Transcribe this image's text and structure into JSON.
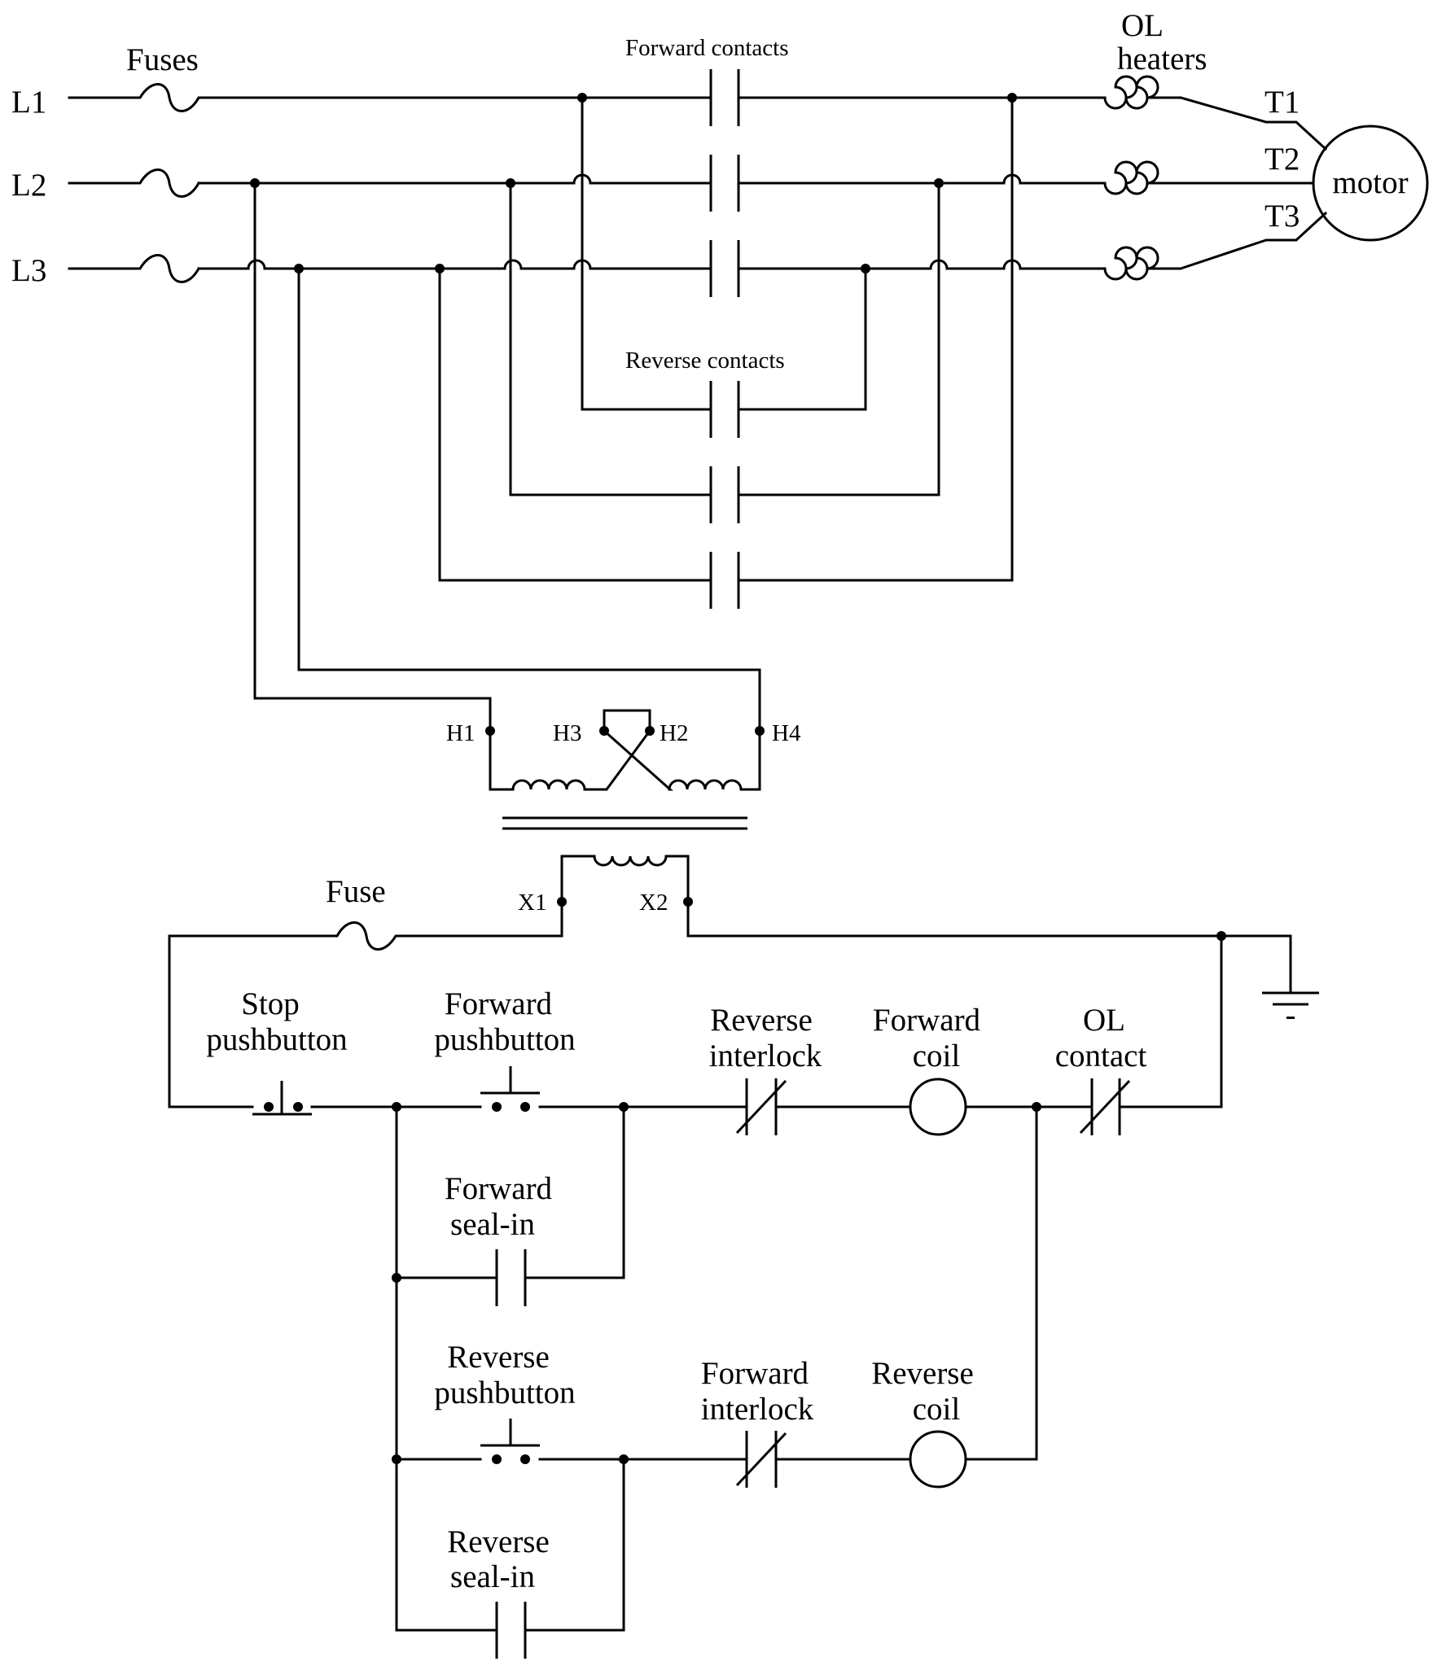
{
  "lines": {
    "l1": "L1",
    "l2": "L2",
    "l3": "L3"
  },
  "terminals": {
    "t1": "T1",
    "t2": "T2",
    "t3": "T3"
  },
  "labels": {
    "fuses": "Fuses",
    "forward_contacts": "Forward contacts",
    "reverse_contacts": "Reverse contacts",
    "ol_heaters": [
      "OL",
      "heaters"
    ],
    "motor": "motor",
    "fuse": "Fuse",
    "stop_pushbutton": [
      "Stop",
      "pushbutton"
    ],
    "forward_pushbutton": [
      "Forward",
      "pushbutton"
    ],
    "reverse_interlock": [
      "Reverse",
      "interlock"
    ],
    "forward_coil": [
      "Forward",
      "coil"
    ],
    "ol_contact": [
      "OL",
      "contact"
    ],
    "forward_seal_in": [
      "Forward",
      "seal-in"
    ],
    "reverse_pushbutton": [
      "Reverse",
      "pushbutton"
    ],
    "forward_interlock": [
      "Forward",
      "interlock"
    ],
    "reverse_coil": [
      "Reverse",
      "coil"
    ],
    "reverse_seal_in": [
      "Reverse",
      "seal-in"
    ]
  },
  "transformer": {
    "h1": "H1",
    "h2": "H2",
    "h3": "H3",
    "h4": "H4",
    "x1": "X1",
    "x2": "X2"
  },
  "ground_mark": "-"
}
